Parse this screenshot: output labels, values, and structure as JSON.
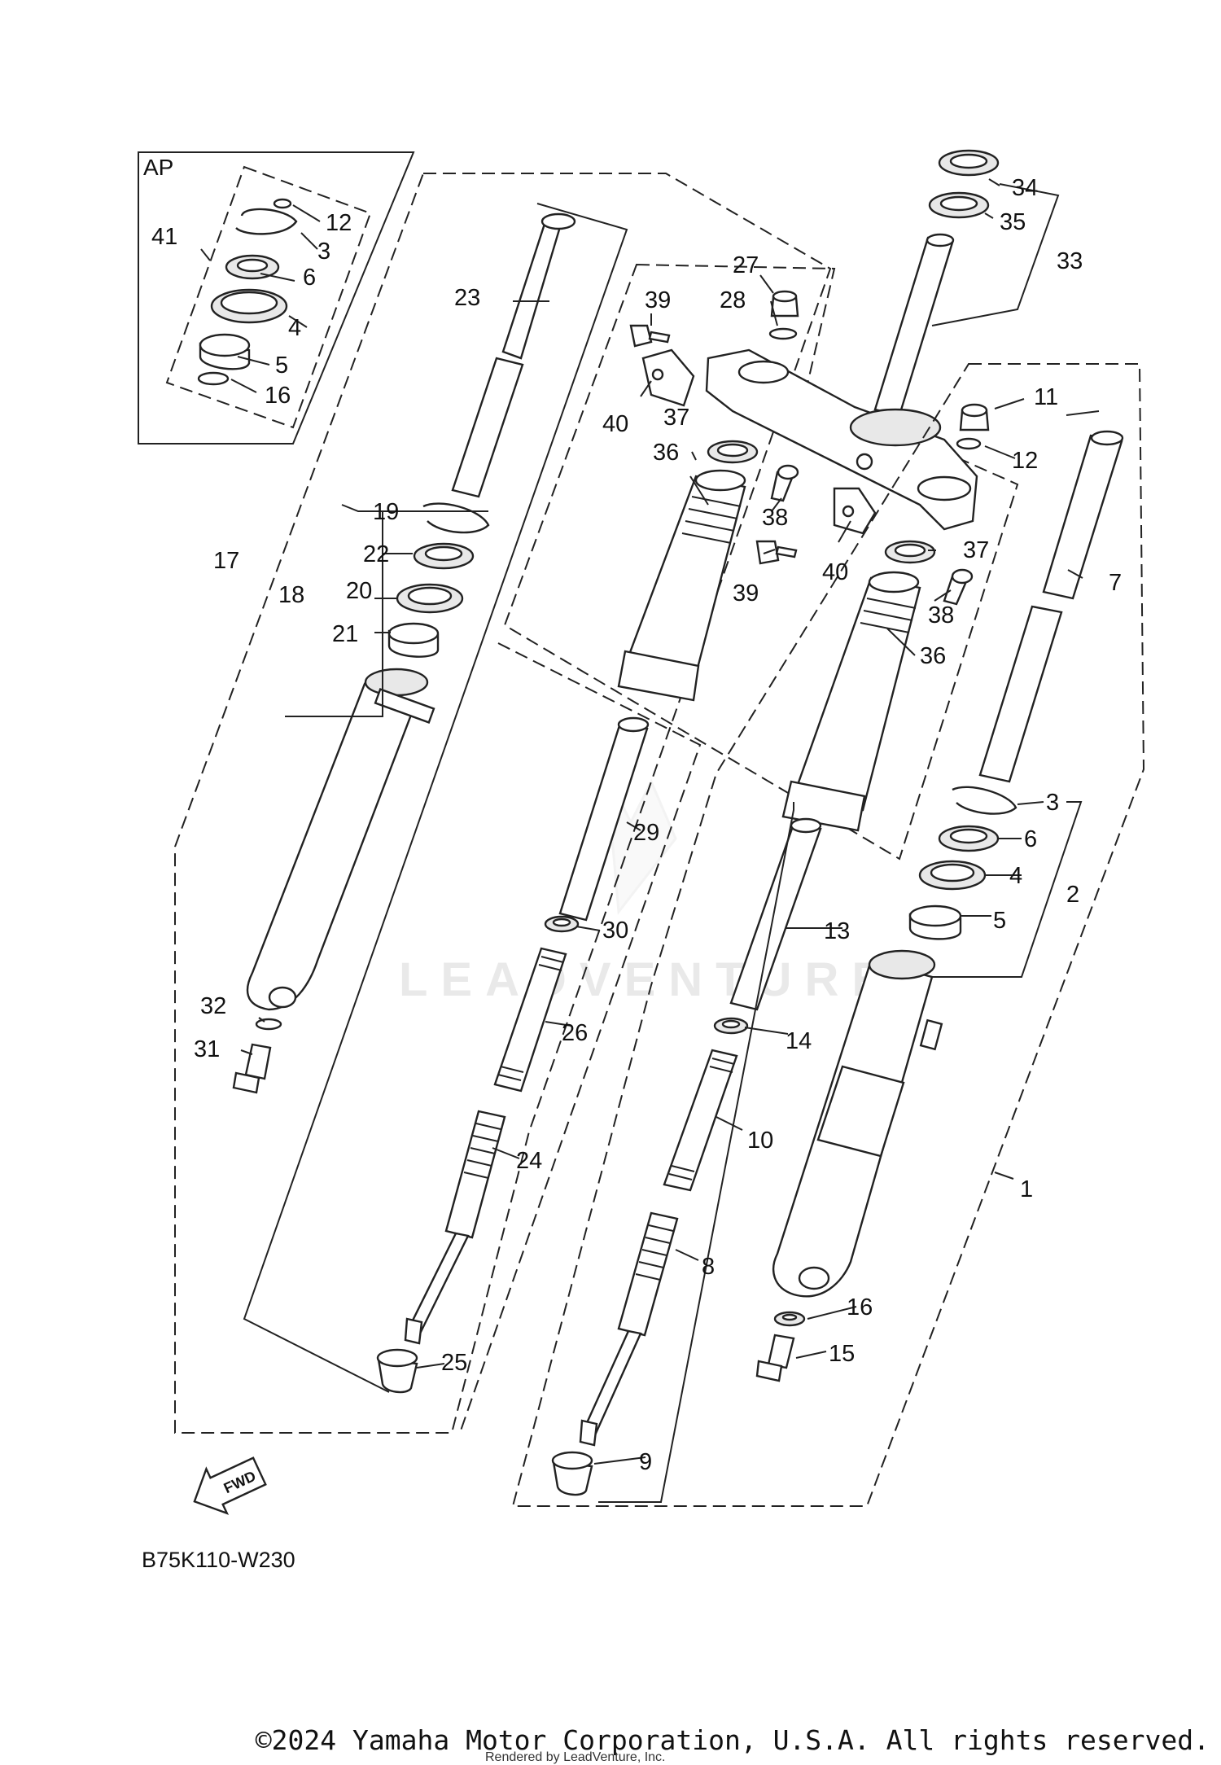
{
  "diagram_code": "B75K110-W230",
  "inset_label": "AP",
  "direction_label": "FWD",
  "watermark": "LEADVENTURE",
  "copyright": "©2024 Yamaha Motor Corporation, U.S.A. All rights reserved.",
  "rendered_by": "Rendered by LeadVenture, Inc.",
  "callouts": [
    {
      "id": "c12a",
      "text": "12"
    },
    {
      "id": "c3a",
      "text": "3"
    },
    {
      "id": "c41",
      "text": "41"
    },
    {
      "id": "c6a",
      "text": "6"
    },
    {
      "id": "c4a",
      "text": "4"
    },
    {
      "id": "c5a",
      "text": "5"
    },
    {
      "id": "c16a",
      "text": "16"
    },
    {
      "id": "c23",
      "text": "23"
    },
    {
      "id": "c19",
      "text": "19"
    },
    {
      "id": "c17",
      "text": "17"
    },
    {
      "id": "c22",
      "text": "22"
    },
    {
      "id": "c18",
      "text": "18"
    },
    {
      "id": "c20",
      "text": "20"
    },
    {
      "id": "c21",
      "text": "21"
    },
    {
      "id": "c32",
      "text": "32"
    },
    {
      "id": "c31",
      "text": "31"
    },
    {
      "id": "c29",
      "text": "29"
    },
    {
      "id": "c30",
      "text": "30"
    },
    {
      "id": "c26",
      "text": "26"
    },
    {
      "id": "c24",
      "text": "24"
    },
    {
      "id": "c25",
      "text": "25"
    },
    {
      "id": "c27",
      "text": "27"
    },
    {
      "id": "c39a",
      "text": "39"
    },
    {
      "id": "c28",
      "text": "28"
    },
    {
      "id": "c40a",
      "text": "40"
    },
    {
      "id": "c37a",
      "text": "37"
    },
    {
      "id": "c36a",
      "text": "36"
    },
    {
      "id": "c38a",
      "text": "38"
    },
    {
      "id": "c39b",
      "text": "39"
    },
    {
      "id": "c40b",
      "text": "40"
    },
    {
      "id": "c37b",
      "text": "37"
    },
    {
      "id": "c38b",
      "text": "38"
    },
    {
      "id": "c36b",
      "text": "36"
    },
    {
      "id": "c34",
      "text": "34"
    },
    {
      "id": "c35",
      "text": "35"
    },
    {
      "id": "c33",
      "text": "33"
    },
    {
      "id": "c11",
      "text": "11"
    },
    {
      "id": "c12b",
      "text": "12"
    },
    {
      "id": "c7",
      "text": "7"
    },
    {
      "id": "c3b",
      "text": "3"
    },
    {
      "id": "c6b",
      "text": "6"
    },
    {
      "id": "c4b",
      "text": "4"
    },
    {
      "id": "c2",
      "text": "2"
    },
    {
      "id": "c5b",
      "text": "5"
    },
    {
      "id": "c13",
      "text": "13"
    },
    {
      "id": "c14",
      "text": "14"
    },
    {
      "id": "c10",
      "text": "10"
    },
    {
      "id": "c8",
      "text": "8"
    },
    {
      "id": "c9",
      "text": "9"
    },
    {
      "id": "c1",
      "text": "1"
    },
    {
      "id": "c16b",
      "text": "16"
    },
    {
      "id": "c15",
      "text": "15"
    }
  ]
}
